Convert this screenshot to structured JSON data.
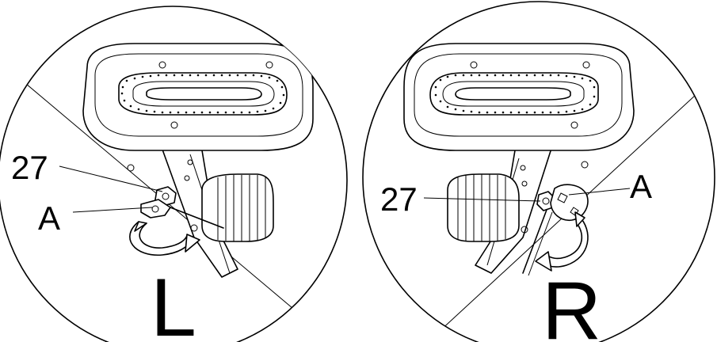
{
  "left_panel": {
    "part_number_label": "27",
    "part_letter_label": "A",
    "side_letter": "L"
  },
  "right_panel": {
    "part_number_label": "27",
    "part_letter_label": "A",
    "side_letter": "R"
  },
  "icons": {
    "rotation_arrow": "curved-rotate-arrow-icon",
    "pedal": "pedal-illustration"
  }
}
